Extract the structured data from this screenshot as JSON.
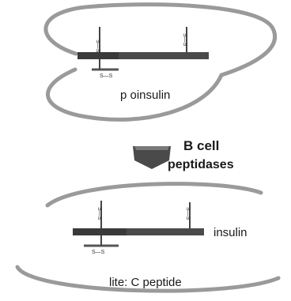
{
  "diagram": {
    "proinsulin_label": "p oinsulin",
    "enzyme_line1": "B cell",
    "enzyme_line2": "peptidases",
    "insulin_label": "insulin",
    "c_peptide_label": "lite: C peptide",
    "proinsulin_bonds": [
      "S—S",
      "S—S",
      "S—S"
    ],
    "insulin_bonds": [
      "S—S",
      "S—S",
      "S—S"
    ]
  }
}
